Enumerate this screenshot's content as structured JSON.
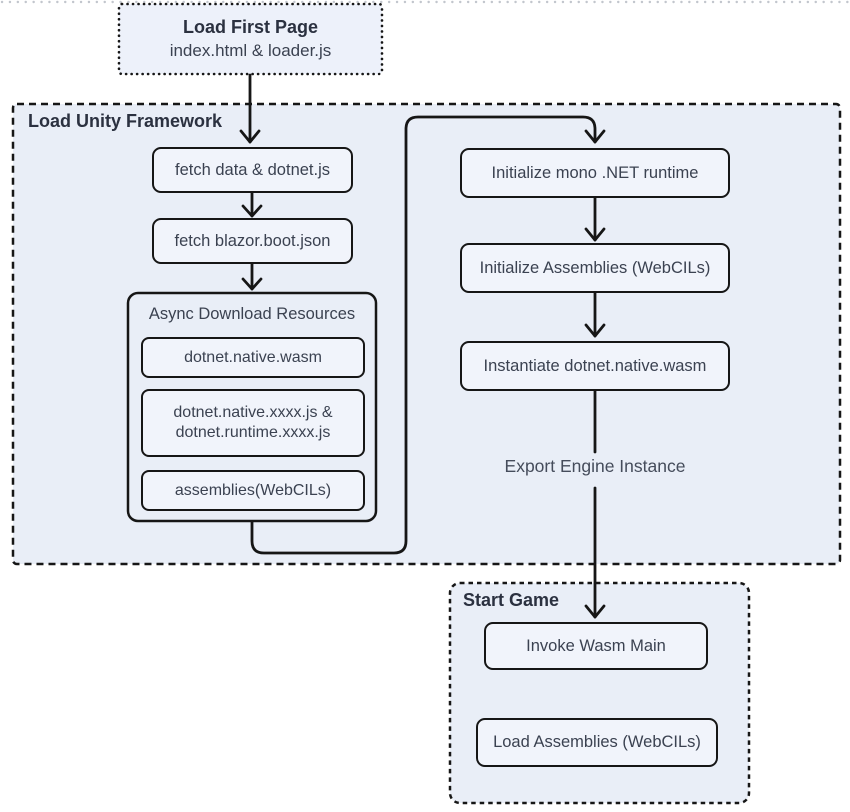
{
  "colors": {
    "page_bg": "#ffffff",
    "container_bg": "#e9eef7",
    "node_bg": "#f1f4fb",
    "stroke": "#161616",
    "text": "#3b4251",
    "title_text": "#2b3140",
    "faint_dots": "#c2c6cd"
  },
  "first_page": {
    "title": "Load First Page",
    "subtitle": "index.html & loader.js"
  },
  "unity_framework": {
    "label": "Load Unity Framework",
    "left_column": {
      "fetch_data": "fetch data & dotnet.js",
      "fetch_blazor": "fetch blazor.boot.json",
      "async_group": {
        "title": "Async Download Resources",
        "wasm": "dotnet.native.wasm",
        "js_line1": "dotnet.native.xxxx.js &",
        "js_line2": "dotnet.runtime.xxxx.js",
        "assemblies": "assemblies(WebCILs)"
      }
    },
    "right_column": {
      "init_mono": "Initialize mono .NET runtime",
      "init_assemblies": "Initialize Assemblies (WebCILs)",
      "instantiate": "Instantiate dotnet.native.wasm",
      "export_label": "Export Engine Instance"
    }
  },
  "start_game": {
    "label": "Start Game",
    "invoke": "Invoke Wasm Main",
    "load_assemblies": "Load Assemblies (WebCILs)"
  }
}
